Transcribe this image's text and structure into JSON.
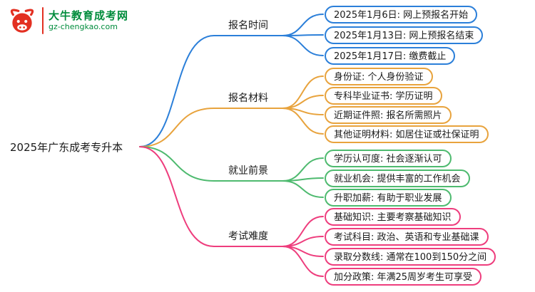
{
  "logo": {
    "site_name": "大牛教育成考网",
    "site_url": "gz-chengkao.com",
    "text_color": "#008c3c",
    "icon_color": "#e33022"
  },
  "root": {
    "label": "2025年广东成考专升本"
  },
  "branches": [
    {
      "label": "报名时间",
      "color": "#2b7fd9",
      "items": [
        {
          "text": "2025年1月6日: 网上预报名开始"
        },
        {
          "text": "2025年1月13日: 网上预报名结束"
        },
        {
          "text": "2025年1月17日: 缴费截止"
        }
      ]
    },
    {
      "label": "报名材料",
      "color": "#e8a33d",
      "items": [
        {
          "text": "身份证: 个人身份验证"
        },
        {
          "text": "专科毕业证书: 学历证明"
        },
        {
          "text": "近期证件照: 报名所需照片"
        },
        {
          "text": "其他证明材料: 如居住证或社保证明"
        }
      ]
    },
    {
      "label": "就业前景",
      "color": "#4eba6f",
      "items": [
        {
          "text": "学历认可度: 社会逐渐认可"
        },
        {
          "text": "就业机会: 提供丰富的工作机会"
        },
        {
          "text": "升职加薪: 有助于职业发展"
        }
      ]
    },
    {
      "label": "考试难度",
      "color": "#ee3d7d",
      "items": [
        {
          "text": "基础知识: 主要考察基础知识"
        },
        {
          "text": "考试科目: 政治、英语和专业基础课"
        },
        {
          "text": "录取分数线: 通常在100到150分之间"
        },
        {
          "text": "加分政策: 年满25周岁考生可享受"
        }
      ]
    }
  ]
}
